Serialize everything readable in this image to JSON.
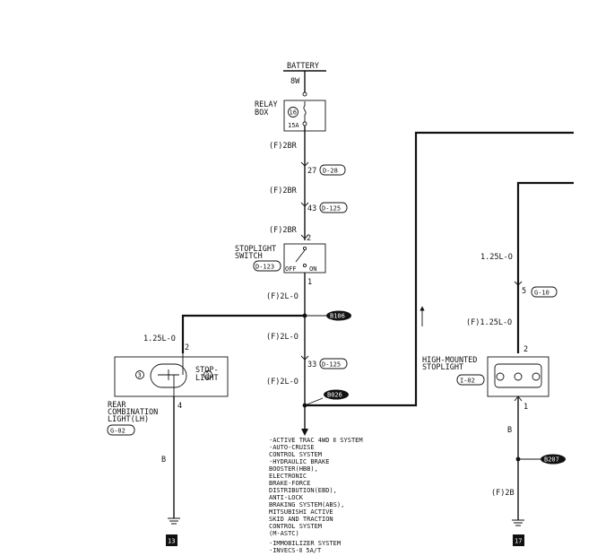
{
  "battery": {
    "label": "BATTERY",
    "wire": "8W"
  },
  "relay_box": {
    "label_line1": "RELAY",
    "label_line2": "BOX",
    "fuse_no": "16",
    "fuse_rating": "15A"
  },
  "junctions": {
    "j1": {
      "wire": "(F)2BR",
      "pin": "27",
      "conn": "D-28"
    },
    "j2": {
      "wire": "(F)2BR",
      "pin": "43",
      "conn": "D-125"
    },
    "j3": {
      "wire": "(F)2BR",
      "pin": "2"
    }
  },
  "stoplight_switch": {
    "label_line1": "STOPLIGHT",
    "label_line2": "SWITCH",
    "conn": "D-123",
    "off": "OFF",
    "on": "ON",
    "pin_out": "1"
  },
  "main_wire": {
    "w1": "(F)2L-O",
    "splice1": "B106",
    "w2": "(F)2L-O",
    "pin": "33",
    "conn": "D-125",
    "w3": "(F)2L-O",
    "splice2": "B026"
  },
  "rear_light": {
    "wire_in": "1.25L-O",
    "pin_in": "2",
    "lamp_label_line1": "STOP-",
    "lamp_label_line2": "LIGHT",
    "pin_out": "4",
    "label_line1": "REAR",
    "label_line2": "COMBINATION",
    "label_line3": "LIGHT(LH)",
    "conn": "G-02",
    "wire_out": "B",
    "ground": "13"
  },
  "high_mount": {
    "wire_top": "1.25L-O",
    "pin5": "5",
    "conn_top": "G-10",
    "wire_mid": "(F)1.25L-O",
    "pin_in": "2",
    "label_line1": "HIGH-MOUNTED",
    "label_line2": "STOPLIGHT",
    "conn": "I-02",
    "pin_out": "1",
    "wire_out": "B",
    "splice": "B207",
    "wire_gnd": "(F)2B",
    "ground": "17"
  },
  "destinations": [
    "·ACTIVE TRAC 4WD Ⅱ SYSTEM",
    "·AUTO-CRUISE",
    " CONTROL SYSTEM",
    "·HYDRAULIC BRAKE",
    " BOOSTER(HBB),",
    " ELECTRONIC",
    " BRAKE-FORCE",
    " DISTRIBUTION(EBD),",
    " ANTI-LOCK",
    " BRAKING SYSTEM(ABS),",
    " MITSUBISHI ACTIVE",
    " SKID AND TRACTION",
    " CONTROL SYSTEM",
    " (M-ASTC)",
    "·IMMOBILIZER SYSTEM",
    "·INVECS-Ⅱ 5A/T"
  ]
}
